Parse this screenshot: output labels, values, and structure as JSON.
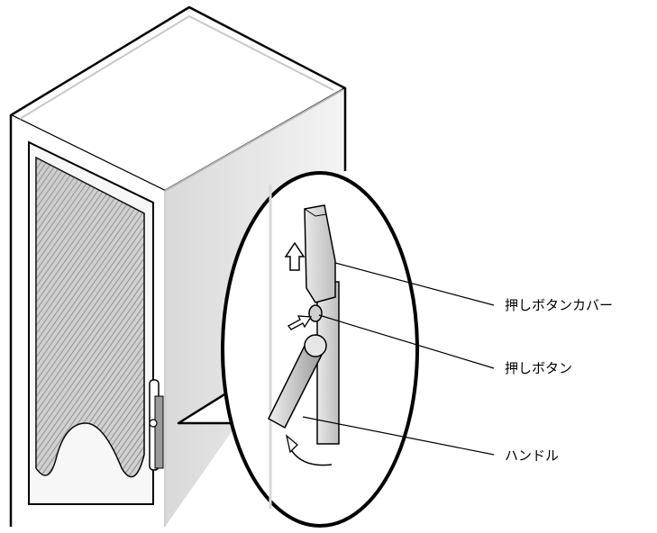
{
  "labels": {
    "push_button_cover": "押しボタンカバー",
    "push_button": "押しボタン",
    "handle": "ハンドル"
  }
}
